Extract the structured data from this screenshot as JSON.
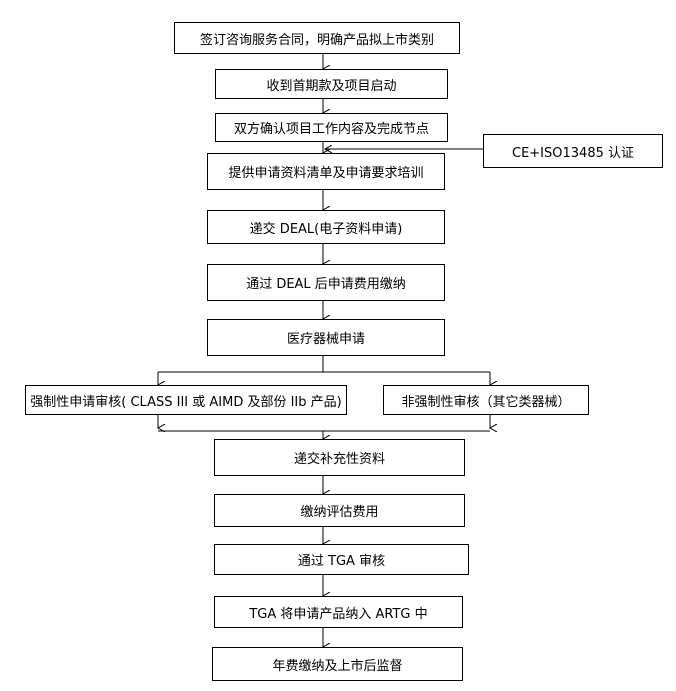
{
  "diagram": {
    "steps": [
      "签订咨询服务合同，明确产品拟上市类别",
      "收到首期款及项目启动",
      "双方确认项目工作内容及完成节点",
      "提供申请资料清单及申请要求培训",
      "递交 DEAL(电子资料申请)",
      "通过 DEAL 后申请费用缴纳",
      "医疗器械申请"
    ],
    "side_input": "CE+ISO13485 认证",
    "branches": [
      "强制性申请审核( CLASS III 或 AIMD 及部份 IIb 产品)",
      "非强制性审核（其它类器械）"
    ],
    "final_steps": [
      "递交补充性资料",
      "缴纳评估费用",
      "通过 TGA 审核",
      "TGA 将申请产品纳入 ARTG 中",
      "年费缴纳及上市后监督"
    ]
  }
}
